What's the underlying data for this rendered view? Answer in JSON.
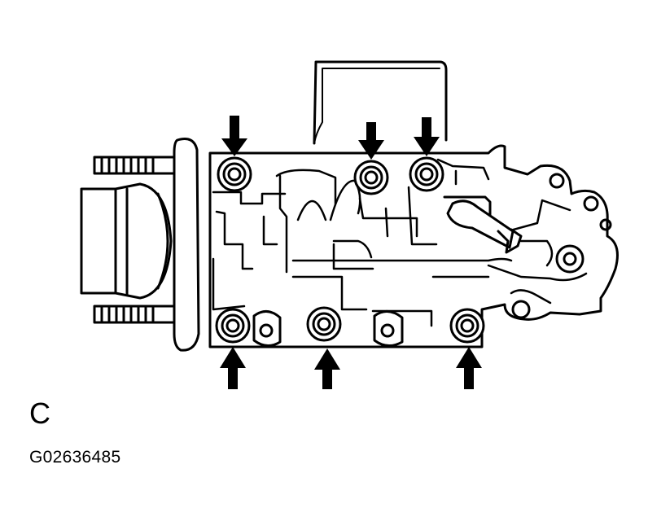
{
  "labels": {
    "view_letter": "C",
    "figure_code": "G02636485"
  },
  "colors": {
    "line": "#000000",
    "background": "#ffffff"
  },
  "diagram": {
    "component": "throttle-body-housing",
    "bolts": [
      {
        "id": "bolt-top-1",
        "arrow": "down"
      },
      {
        "id": "bolt-top-2",
        "arrow": "down"
      },
      {
        "id": "bolt-top-3",
        "arrow": "down"
      },
      {
        "id": "bolt-bottom-1",
        "arrow": "up"
      },
      {
        "id": "bolt-bottom-2",
        "arrow": "up"
      },
      {
        "id": "bolt-bottom-3",
        "arrow": "up"
      }
    ]
  }
}
